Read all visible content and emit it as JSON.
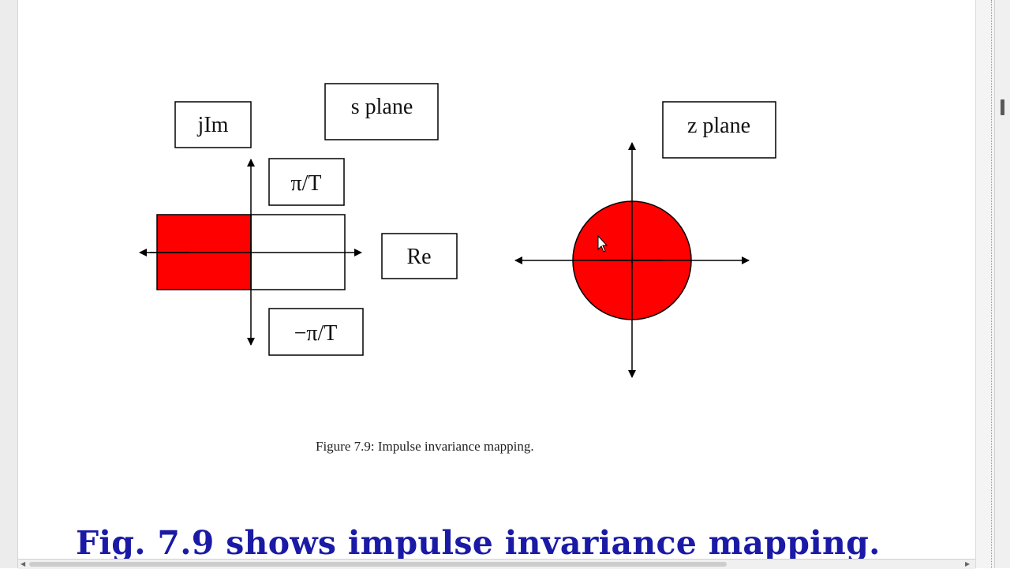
{
  "figure": {
    "labels": {
      "jim": "jIm",
      "s_plane": "s plane",
      "pi_over_t": "π/T",
      "re": "Re",
      "neg_pi_over_t": "−π/T",
      "z_plane": "z plane"
    },
    "fill_color": "#ff0000"
  },
  "caption": "Figure 7.9: Impulse invariance mapping.",
  "body_text": "Fig. 7.9 shows impulse invariance mapping."
}
